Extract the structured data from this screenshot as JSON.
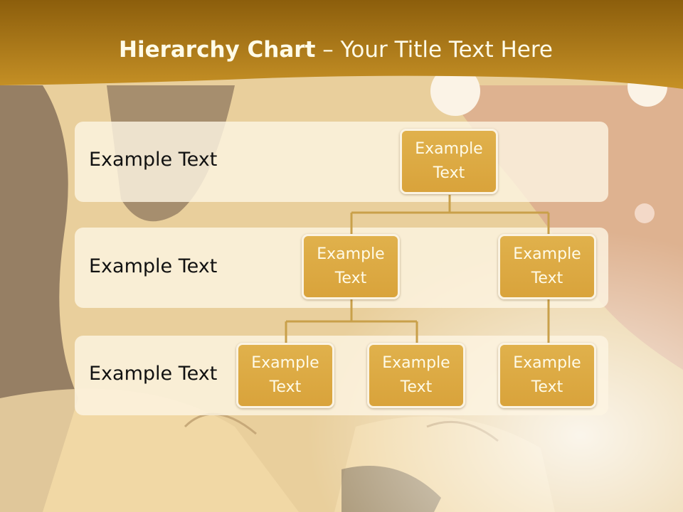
{
  "slide": {
    "title_bold": "Hierarchy Chart",
    "title_rest": " – Your Title Text Here"
  },
  "levels": [
    {
      "label": "Example Text"
    },
    {
      "label": "Example Text"
    },
    {
      "label": "Example Text"
    }
  ],
  "nodes": [
    {
      "text": "Example\nText"
    },
    {
      "text": "Example\nText"
    },
    {
      "text": "Example\nText"
    },
    {
      "text": "Example\nText"
    },
    {
      "text": "Example\nText"
    },
    {
      "text": "Example\nText"
    }
  ],
  "colors": {
    "header": "#b07a14",
    "node_fill": "#dcaa44",
    "connector": "#c9a04a",
    "band": "#fcf4e2"
  }
}
